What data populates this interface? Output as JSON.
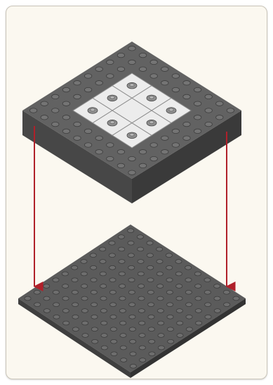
{
  "diagram": {
    "upper_assembly": {
      "kind": "brick-frame",
      "color": "#5a5a5a",
      "inner_tiles_color": "#ececec",
      "inner_grid": "3x3",
      "inner_studs_visible": 8
    },
    "lower_assembly": {
      "kind": "baseplate",
      "color": "#5a5a5a",
      "studs_per_side": 12
    },
    "arrows": {
      "count": 2,
      "color": "#b0202a",
      "direction": "down"
    },
    "colors": {
      "card_background": "#fbf8f0",
      "card_border": "#c9c4b8"
    }
  }
}
